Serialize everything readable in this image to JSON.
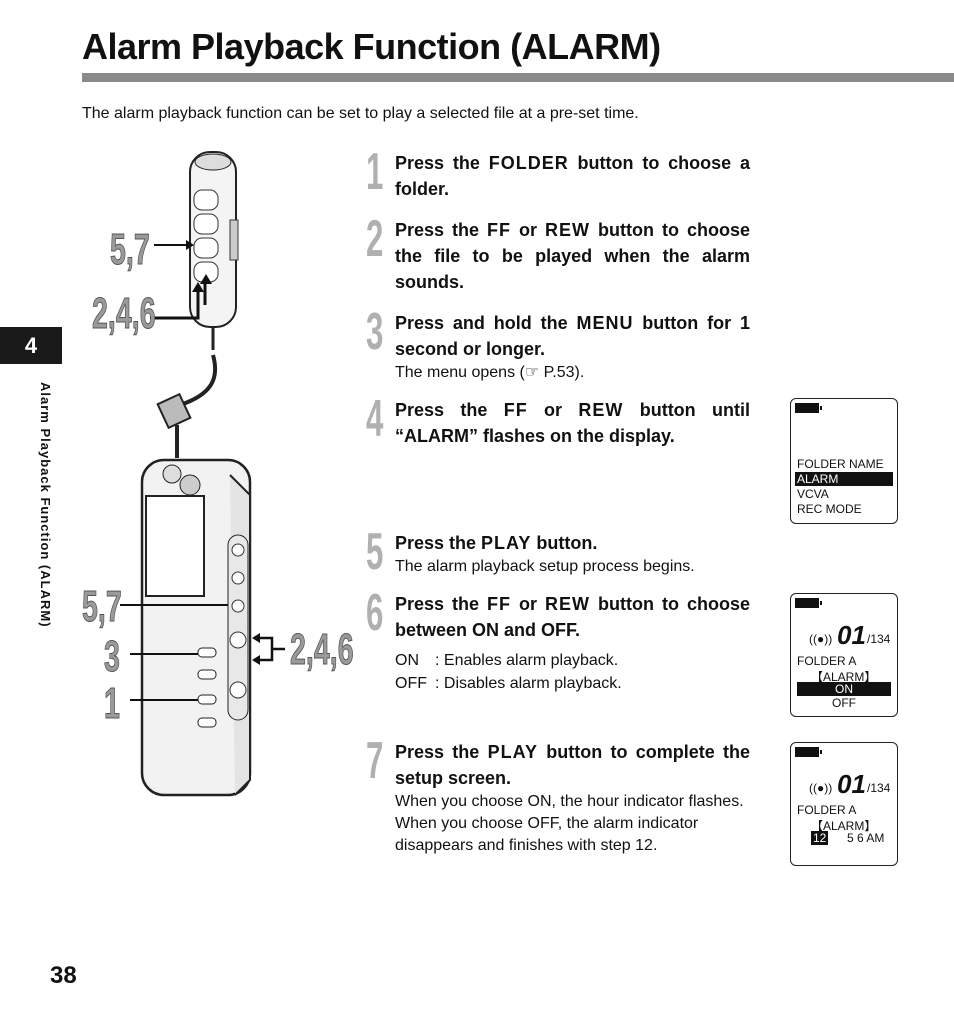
{
  "title": "Alarm Playback Function (ALARM)",
  "intro": "The alarm playback function can be set to play a selected file at a pre-set time.",
  "chapter_tab": "4",
  "side_label": "Alarm Playback Function (ALARM)",
  "page_number": "38",
  "callouts": {
    "top_57": "5,7",
    "top_246": "2,4,6",
    "bot_57": "5,7",
    "bot_3": "3",
    "bot_1": "1",
    "bot_246": "2,4,6"
  },
  "steps": [
    {
      "num": "1",
      "pre": "Press the ",
      "key": "FOLDER",
      "post": " button to choose a folder."
    },
    {
      "num": "2",
      "pre": "Press the ",
      "key": "FF",
      "mid": " or ",
      "key2": "REW",
      "post": " button to choose the file to be played when the alarm sounds."
    },
    {
      "num": "3",
      "pre": "Press and hold the ",
      "key": "MENU",
      "post": " button for 1 second or longer.",
      "sub": "The menu opens (☞ P.53)."
    },
    {
      "num": "4",
      "pre": "Press the ",
      "key": "FF",
      "mid": " or ",
      "key2": "REW",
      "post": " button until “ALARM” flashes on the display."
    },
    {
      "num": "5",
      "pre": "Press the ",
      "key": "PLAY",
      "post": " button.",
      "sub": "The alarm playback setup process begins."
    },
    {
      "num": "6",
      "pre": "Press the ",
      "key": "FF",
      "mid": " or ",
      "key2": "REW",
      "post": " button to choose between ON and OFF.",
      "options": [
        {
          "k": "ON",
          "v": ":  Enables alarm playback."
        },
        {
          "k": "OFF",
          "v": ":  Disables alarm playback."
        }
      ]
    },
    {
      "num": "7",
      "pre": "Press the ",
      "key": "PLAY",
      "post": " button to complete the setup screen.",
      "sub": "When you choose ON, the hour indicator flashes.",
      "sub2": "When you choose OFF, the alarm indicator disappears and finishes with step 12."
    }
  ],
  "lcd1": {
    "items": [
      "FOLDER NAME",
      "ALARM",
      "VCVA",
      "REC MODE"
    ]
  },
  "lcd2": {
    "file": "01",
    "total": "/134",
    "folder": "FOLDER A",
    "label": "【ALARM】",
    "on": "ON",
    "off": "OFF"
  },
  "lcd3": {
    "file": "01",
    "total": "/134",
    "folder": "FOLDER A",
    "label": "【ALARM】",
    "hour": "12",
    "time": "5 6 AM"
  }
}
